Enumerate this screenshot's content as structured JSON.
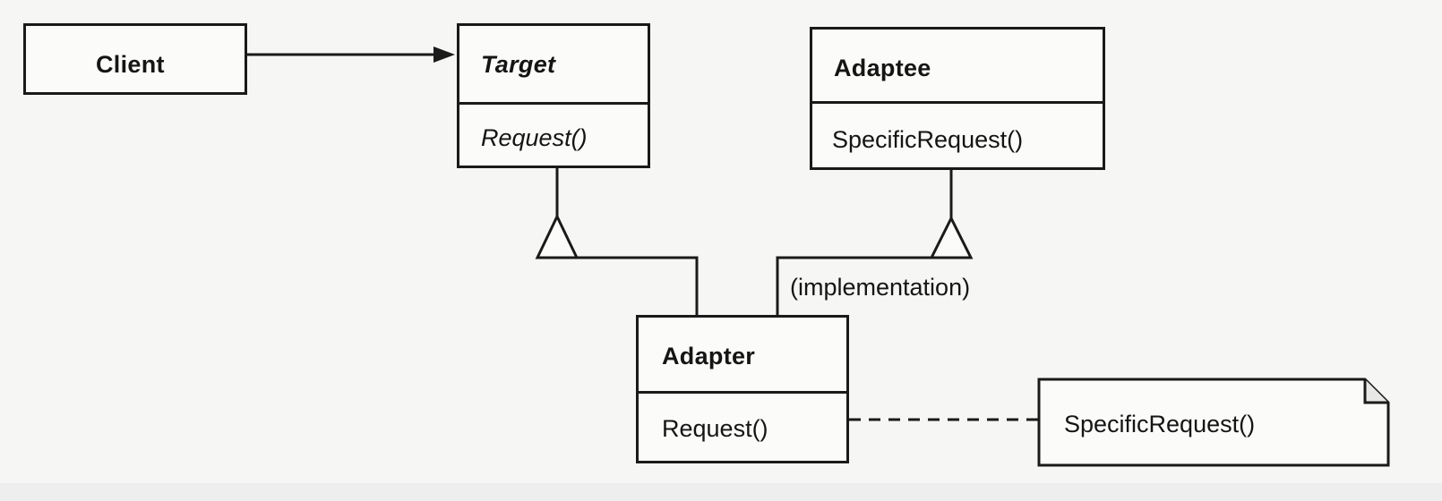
{
  "diagram": {
    "classes": {
      "client": {
        "name": "Client"
      },
      "target": {
        "name": "Target",
        "operation": "Request()"
      },
      "adaptee": {
        "name": "Adaptee",
        "operation": "SpecificRequest()"
      },
      "adapter": {
        "name": "Adapter",
        "operation": "Request()"
      }
    },
    "implementation_label": "(implementation)",
    "note_text": "SpecificRequest()"
  }
}
